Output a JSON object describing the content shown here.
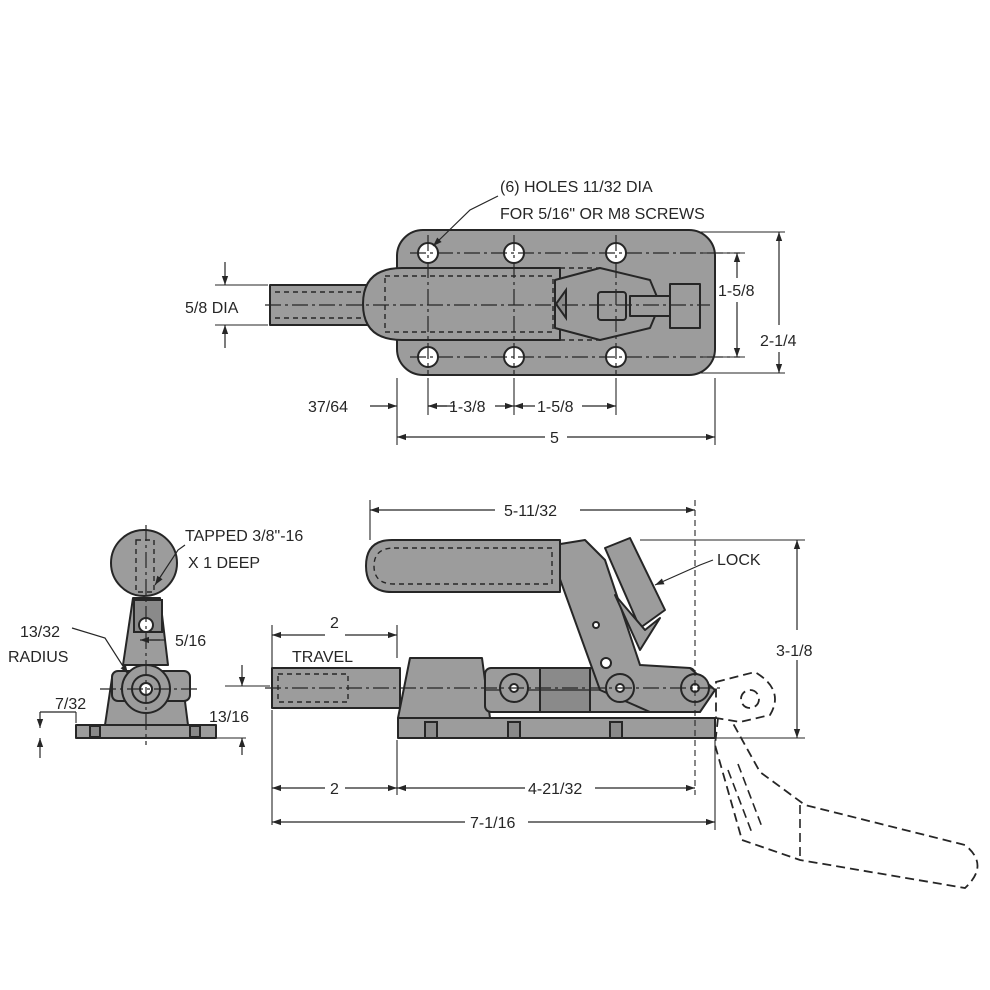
{
  "notes": {
    "holes_line1": "(6) HOLES 11/32 DIA",
    "holes_line2": "FOR 5/16\" OR M8 SCREWS",
    "tapped_line1": "TAPPED 3/8\"-16",
    "tapped_line2": "X 1 DEEP",
    "lock": "LOCK",
    "travel": "TRAVEL",
    "radius_line1": "13/32",
    "radius_line2": "RADIUS"
  },
  "dims": {
    "dia_5_8": "5/8 DIA",
    "d_37_64": "37/64",
    "d_1_3_8": "1-3/8",
    "d_1_5_8_h": "1-5/8",
    "d_5": "5",
    "d_1_5_8_v": "1-5/8",
    "d_2_1_4": "2-1/4",
    "d_5_11_32": "5-11/32",
    "d_3_1_8": "3-1/8",
    "d_2_travel": "2",
    "d_2_bottom": "2",
    "d_4_21_32": "4-21/32",
    "d_7_1_16": "7-1/16",
    "d_5_16": "5/16",
    "d_7_32": "7/32",
    "d_13_16": "13/16"
  }
}
